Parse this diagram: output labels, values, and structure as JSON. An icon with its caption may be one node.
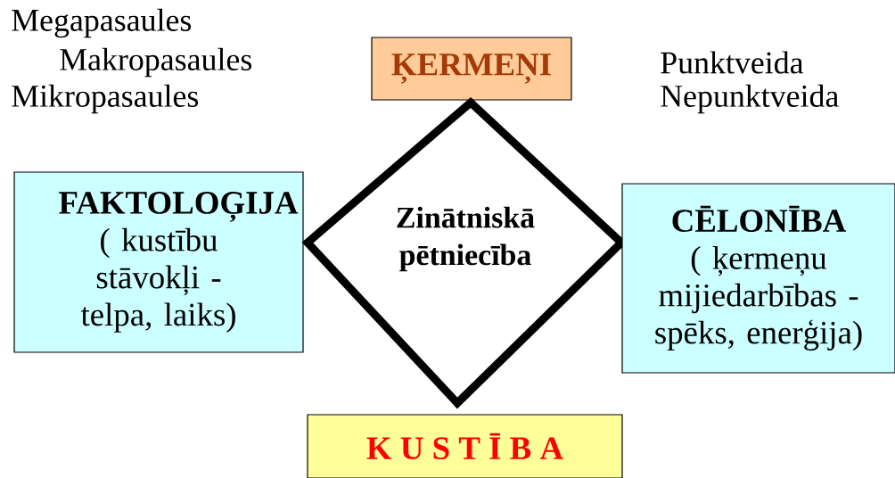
{
  "diagram": {
    "nodes": [
      {
        "text": [
          "ĶERMEŅI"
        ]
      },
      {
        "text": [
          "FAKTOLOĢIJA",
          "( kustību stāvokļi - telpa, laiks)"
        ]
      },
      {
        "text": [
          "Zinātniskā pētniecība"
        ]
      },
      {
        "text": [
          "CĒLONĪBA",
          "( ķermeņu mijiedarbības - spēks, enerģija)"
        ]
      },
      {
        "text": [
          "K U S T Ī B A"
        ]
      }
    ],
    "labels": [
      "Megapasaules",
      "Makropasaules",
      "Mikropasaules",
      "Punktveida",
      "Nepunktveida"
    ]
  }
}
